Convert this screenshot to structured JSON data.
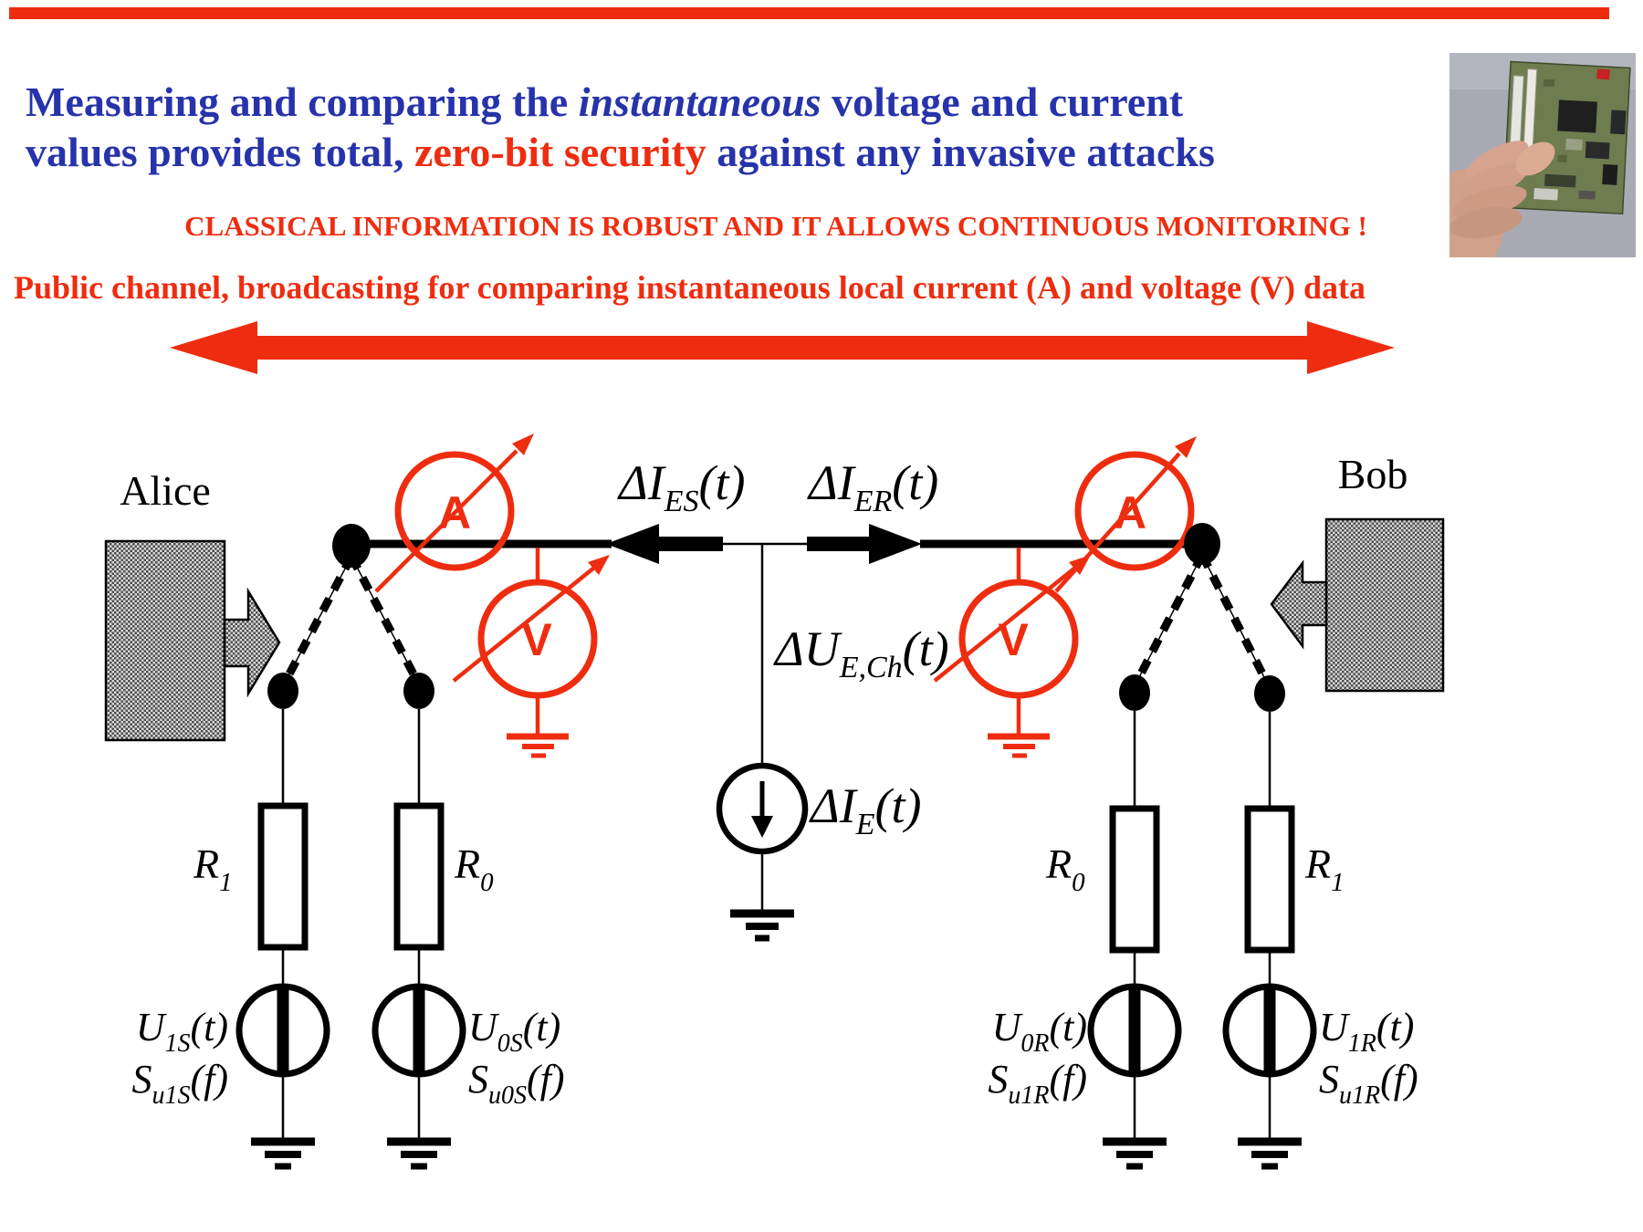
{
  "colors": {
    "blue": "#2733aa",
    "red": "#ee2d10",
    "black": "#000000"
  },
  "header": {
    "title_l1_a": "Measuring and comparing the ",
    "title_l1_b": "instantaneous",
    "title_l1_c": " voltage and current",
    "title_l2_a": "values provides total, ",
    "title_l2_b": "zero-bit security",
    "title_l2_c": " against any invasive attacks",
    "subtitle": "CLASSICAL INFORMATION IS ROBUST AND IT ALLOWS CONTINUOUS MONITORING !",
    "channel_line": "Public channel,  broadcasting  for comparing instantaneous local current (A) and voltage (V) data"
  },
  "diagram": {
    "alice": "Alice",
    "bob": "Bob",
    "ammeter": "A",
    "voltmeter": "V",
    "labels": {
      "i_es": {
        "main": "ΔI",
        "sub": "ES",
        "tail": "(t)"
      },
      "i_er": {
        "main": "ΔI",
        "sub": "ER",
        "tail": "(t)"
      },
      "u_ech": {
        "main": "ΔU",
        "sub": "E,Ch",
        "tail": "(t)"
      },
      "i_e": {
        "main": "ΔI",
        "sub": "E",
        "tail": "(t)"
      },
      "r1_left": {
        "main": "R",
        "sub": "1"
      },
      "r0_left": {
        "main": "R",
        "sub": "0"
      },
      "r0_right": {
        "main": "R",
        "sub": "0"
      },
      "r1_right": {
        "main": "R",
        "sub": "1"
      },
      "u1s": {
        "main": "U",
        "sub": "1S",
        "tail": "(t)"
      },
      "su1s": {
        "main": "S",
        "sub": "u1S",
        "tail": "(f)"
      },
      "u0s": {
        "main": "U",
        "sub": "0S",
        "tail": "(t)"
      },
      "su0s": {
        "main": "S",
        "sub": "u0S",
        "tail": "(f)"
      },
      "u0r": {
        "main": "U",
        "sub": "0R",
        "tail": "(t)"
      },
      "su1r_inner": {
        "main": "S",
        "sub": "u1R",
        "tail": "(f)"
      },
      "u1r": {
        "main": "U",
        "sub": "1R",
        "tail": "(t)"
      },
      "su1r_outer": {
        "main": "S",
        "sub": "u1R",
        "tail": "(f)"
      }
    }
  }
}
